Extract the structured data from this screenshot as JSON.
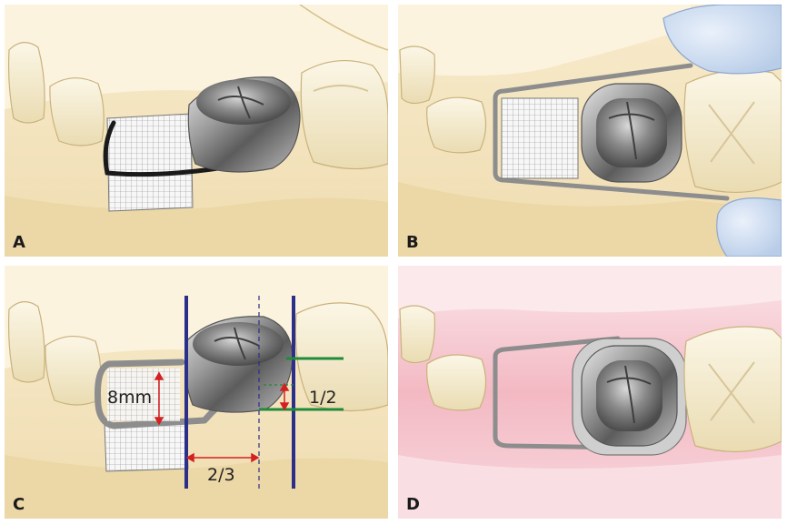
{
  "panels": {
    "a": {
      "letter": "A"
    },
    "b": {
      "letter": "B"
    },
    "c": {
      "letter": "C",
      "height_label": "8mm",
      "fraction_horizontal": "2/3",
      "fraction_vertical": "1/2"
    },
    "d": {
      "letter": "D"
    }
  },
  "colors": {
    "jaw": "#f6e7c4",
    "jaw_shadow": "#ead6a6",
    "tooth": "#f3ead0",
    "gum_pink": "#f6cdd3",
    "crown_metal": "#8f8f8f",
    "wire": "#9a9a9a",
    "guide_blue": "#2b2f8a",
    "guide_green": "#1f8a3a",
    "arrow_red": "#d42020"
  }
}
